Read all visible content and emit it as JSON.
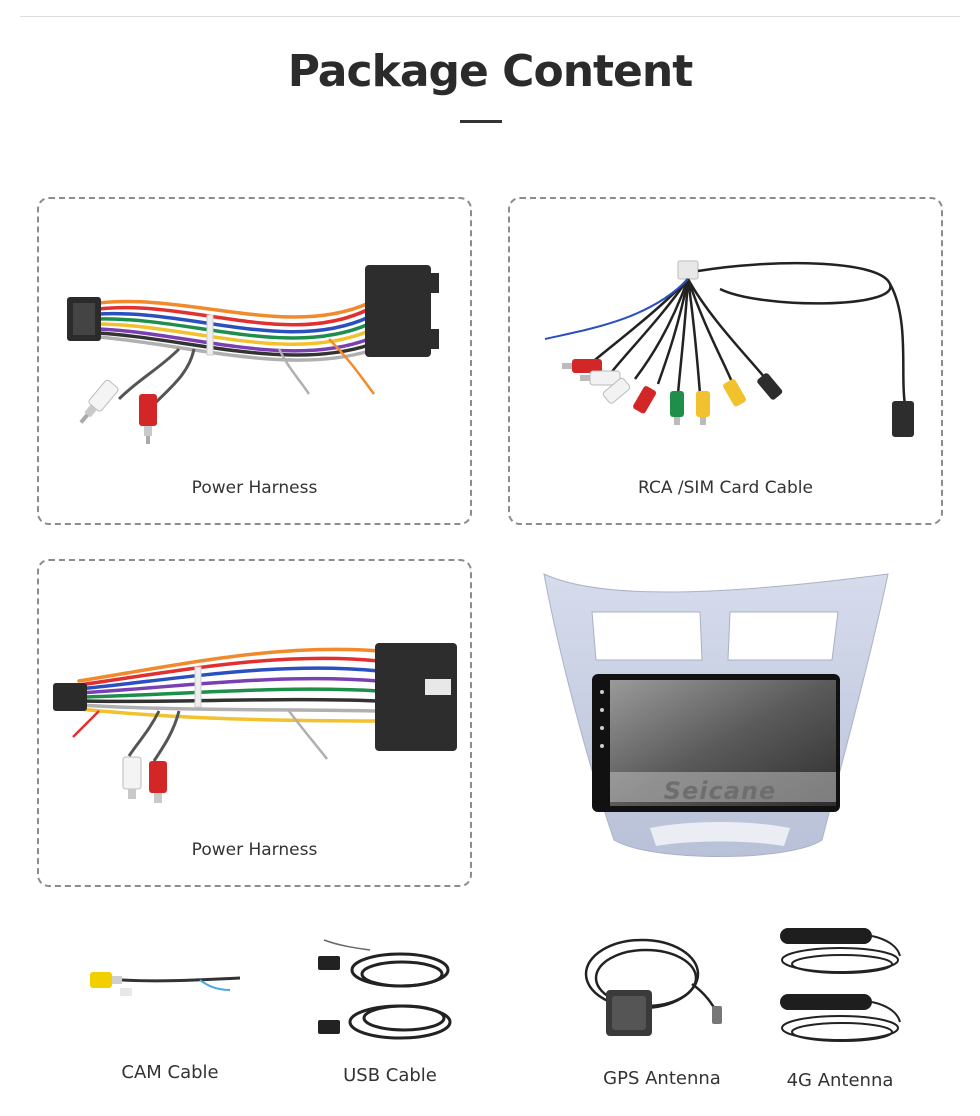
{
  "page": {
    "title": "Package Content"
  },
  "cards": {
    "power_harness_1": {
      "label": "Power Harness"
    },
    "rca_sim": {
      "label": "RCA /SIM Card Cable"
    },
    "power_harness_2": {
      "label": "Power Harness"
    }
  },
  "radio": {
    "brand": "Seicane"
  },
  "accessories": {
    "cam": {
      "label": "CAM Cable"
    },
    "usb": {
      "label": "USB Cable"
    },
    "gps": {
      "label": "GPS Antenna"
    },
    "lte": {
      "label": "4G Antenna"
    }
  }
}
